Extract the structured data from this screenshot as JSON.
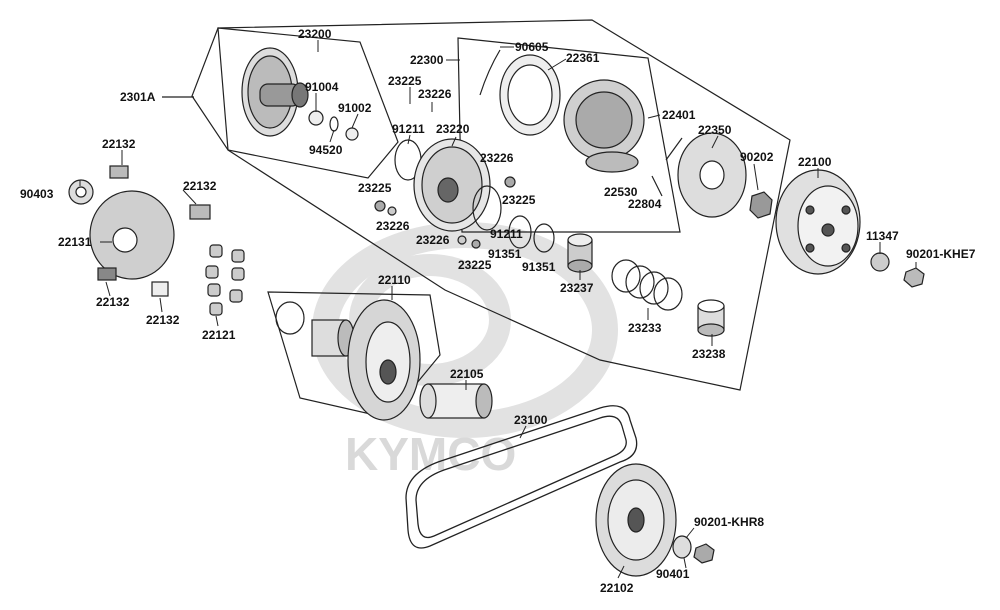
{
  "watermark": {
    "brand": "KYMCO"
  },
  "callouts": {
    "p23200": "23200",
    "p2301A": "2301A",
    "p91004": "91004",
    "p91002": "91002",
    "p94520": "94520",
    "p23225a": "23225",
    "p23226a": "23226",
    "p91211a": "91211",
    "p23220": "23220",
    "p23226b": "23226",
    "p23225b": "23225",
    "p23226c": "23226",
    "p23225c": "23225",
    "p91211b": "91211",
    "p23226d": "23226",
    "p23225d": "23225",
    "p91351a": "91351",
    "p91351b": "91351",
    "p22300": "22300",
    "p90605": "90605",
    "p22361": "22361",
    "p22401": "22401",
    "p22350": "22350",
    "p22530": "22530",
    "p22804": "22804",
    "p90202": "90202",
    "p22100": "22100",
    "p23237": "23237",
    "p23233": "23233",
    "p23238": "23238",
    "p11347": "11347",
    "p90201KHE7": "90201-KHE7",
    "p22132a": "22132",
    "p90403": "90403",
    "p22132b": "22132",
    "p22131": "22131",
    "p22132c": "22132",
    "p22132d": "22132",
    "p22121": "22121",
    "p22110": "22110",
    "p22105": "22105",
    "p23100": "23100",
    "p90201KHR8": "90201-KHR8",
    "p90401": "90401",
    "p22102": "22102"
  }
}
